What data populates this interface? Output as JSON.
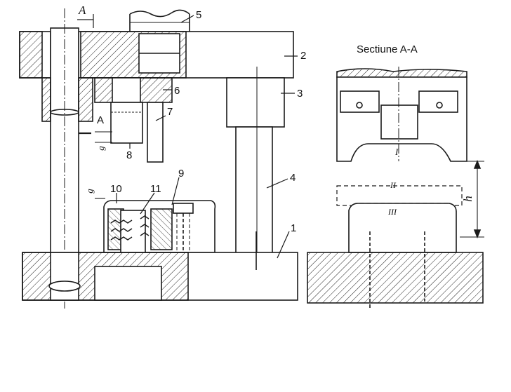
{
  "section_title": "Sectiune A-A",
  "callouts": [
    "1",
    "2",
    "3",
    "4",
    "5",
    "6",
    "7",
    "8",
    "9",
    "10",
    "11"
  ],
  "dims": {
    "A_left": "A",
    "A_mid": "A",
    "g_top": "g",
    "g_mid": "g",
    "h": "h"
  },
  "roman": {
    "I": "I",
    "II": "II",
    "III": "III"
  },
  "colors": {
    "ink": "#1a1a1a",
    "paper": "#ffffff"
  }
}
